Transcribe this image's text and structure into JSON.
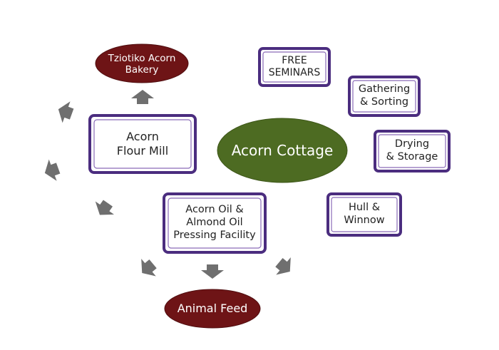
{
  "colors": {
    "frame": "#4b2d7f",
    "frame_inner": "#8a6bb8",
    "dark_red": "#6e1416",
    "olive": "#4d6b22",
    "arrow": "#6f6f6f",
    "text_dark": "#222222",
    "text_light": "#ffffff"
  },
  "nodes": {
    "center": {
      "label": "Acorn Cottage",
      "shape": "ellipse"
    },
    "bakery": {
      "label": "Tziotiko Acorn\nBakery",
      "shape": "ellipse"
    },
    "feed": {
      "label": "Animal Feed",
      "shape": "ellipse"
    },
    "seminars": {
      "label": "FREE\nSEMINARS",
      "shape": "box"
    },
    "gathering": {
      "label": "Gathering\n& Sorting",
      "shape": "box"
    },
    "drying": {
      "label": "Drying\n& Storage",
      "shape": "box"
    },
    "hull": {
      "label": "Hull &\nWinnow",
      "shape": "box"
    },
    "mill": {
      "label": "Acorn\nFlour Mill",
      "shape": "box"
    },
    "oil": {
      "label": "Acorn Oil &\nAlmond Oil\nPressing Facility",
      "shape": "box"
    }
  },
  "icons": {
    "arrow": "block-arrow-icon"
  }
}
